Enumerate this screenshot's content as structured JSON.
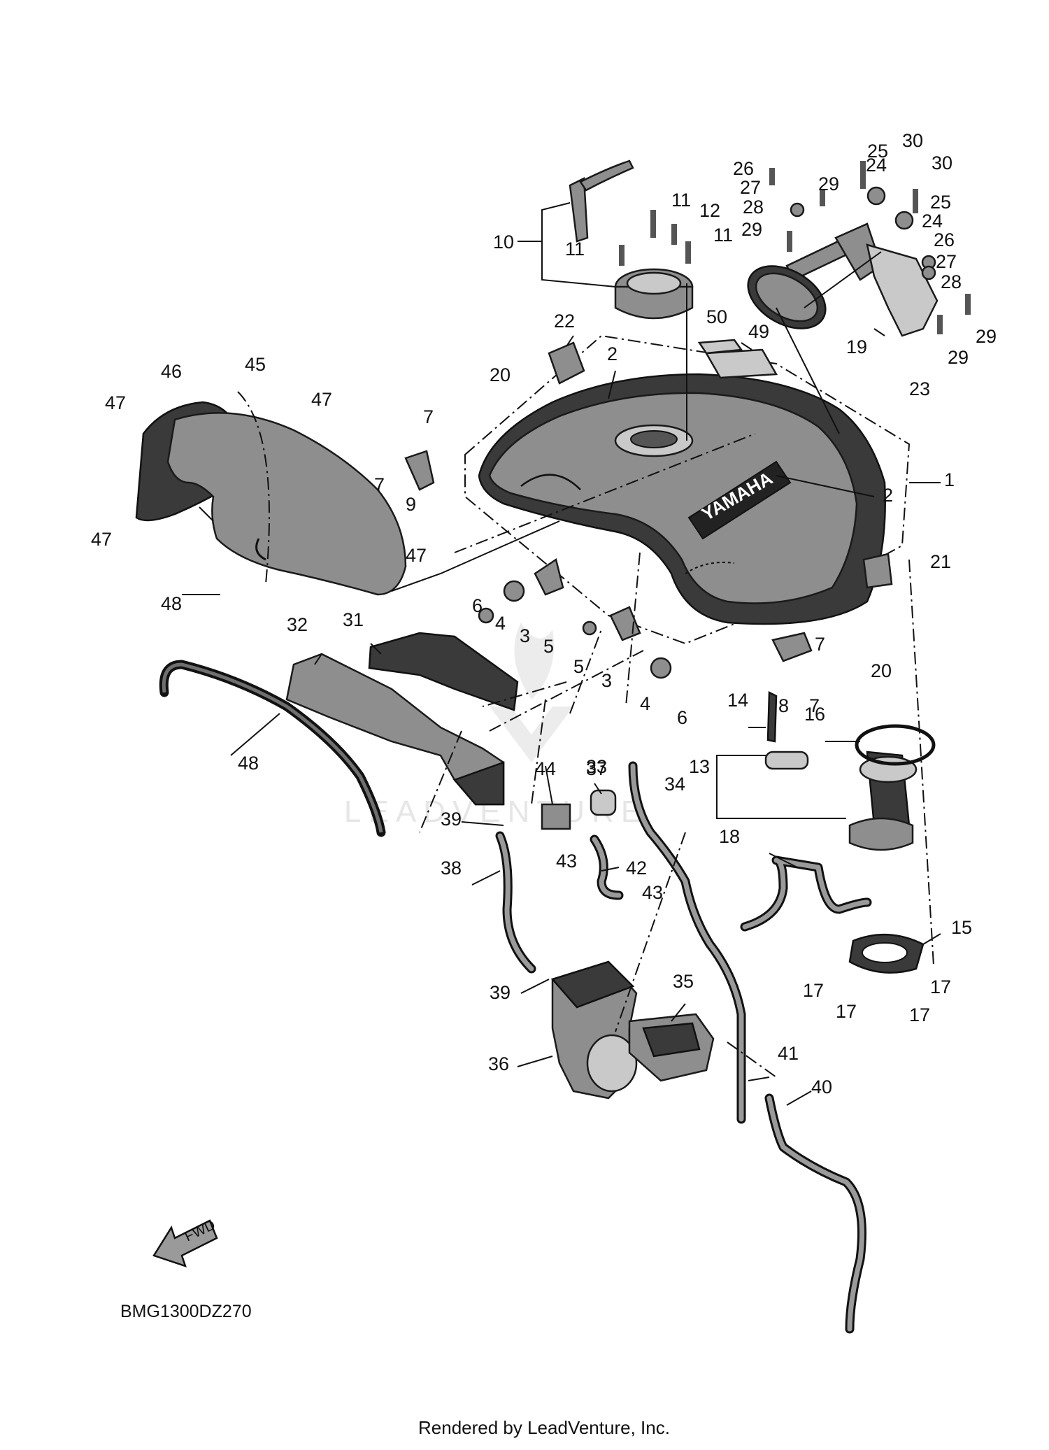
{
  "diagram": {
    "brand_text": "YAMAHA",
    "fwd_label": "FWD",
    "diagram_code": "BMG1300DZ270",
    "watermark": "LEADVENTURE",
    "footer": "Rendered by LeadVenture, Inc."
  },
  "callouts": [
    {
      "id": "c1",
      "label": "1"
    },
    {
      "id": "c2a",
      "label": "2"
    },
    {
      "id": "c2b",
      "label": "2"
    },
    {
      "id": "c3a",
      "label": "3"
    },
    {
      "id": "c3b",
      "label": "3"
    },
    {
      "id": "c4a",
      "label": "4"
    },
    {
      "id": "c4b",
      "label": "4"
    },
    {
      "id": "c5a",
      "label": "5"
    },
    {
      "id": "c5b",
      "label": "5"
    },
    {
      "id": "c6a",
      "label": "6"
    },
    {
      "id": "c6b",
      "label": "6"
    },
    {
      "id": "c7a",
      "label": "7"
    },
    {
      "id": "c7b",
      "label": "7"
    },
    {
      "id": "c7c",
      "label": "7"
    },
    {
      "id": "c7d",
      "label": "7"
    },
    {
      "id": "c8",
      "label": "8"
    },
    {
      "id": "c9",
      "label": "9"
    },
    {
      "id": "c10",
      "label": "10"
    },
    {
      "id": "c11a",
      "label": "11"
    },
    {
      "id": "c11b",
      "label": "11"
    },
    {
      "id": "c11c",
      "label": "11"
    },
    {
      "id": "c12",
      "label": "12"
    },
    {
      "id": "c13",
      "label": "13"
    },
    {
      "id": "c14",
      "label": "14"
    },
    {
      "id": "c15",
      "label": "15"
    },
    {
      "id": "c16",
      "label": "16"
    },
    {
      "id": "c17a",
      "label": "17"
    },
    {
      "id": "c17b",
      "label": "17"
    },
    {
      "id": "c17c",
      "label": "17"
    },
    {
      "id": "c17d",
      "label": "17"
    },
    {
      "id": "c18",
      "label": "18"
    },
    {
      "id": "c19",
      "label": "19"
    },
    {
      "id": "c20a",
      "label": "20"
    },
    {
      "id": "c20b",
      "label": "20"
    },
    {
      "id": "c21",
      "label": "21"
    },
    {
      "id": "c22",
      "label": "22"
    },
    {
      "id": "c23",
      "label": "23"
    },
    {
      "id": "c24a",
      "label": "24"
    },
    {
      "id": "c24b",
      "label": "24"
    },
    {
      "id": "c25a",
      "label": "25"
    },
    {
      "id": "c25b",
      "label": "25"
    },
    {
      "id": "c26a",
      "label": "26"
    },
    {
      "id": "c26b",
      "label": "26"
    },
    {
      "id": "c27a",
      "label": "27"
    },
    {
      "id": "c27b",
      "label": "27"
    },
    {
      "id": "c28a",
      "label": "28"
    },
    {
      "id": "c28b",
      "label": "28"
    },
    {
      "id": "c29a",
      "label": "29"
    },
    {
      "id": "c29b",
      "label": "29"
    },
    {
      "id": "c29c",
      "label": "29"
    },
    {
      "id": "c29d",
      "label": "29"
    },
    {
      "id": "c30a",
      "label": "30"
    },
    {
      "id": "c30b",
      "label": "30"
    },
    {
      "id": "c31",
      "label": "31"
    },
    {
      "id": "c32",
      "label": "32"
    },
    {
      "id": "c33",
      "label": "33"
    },
    {
      "id": "c34",
      "label": "34"
    },
    {
      "id": "c35",
      "label": "35"
    },
    {
      "id": "c36",
      "label": "36"
    },
    {
      "id": "c37",
      "label": "37"
    },
    {
      "id": "c38",
      "label": "38"
    },
    {
      "id": "c39a",
      "label": "39"
    },
    {
      "id": "c39b",
      "label": "39"
    },
    {
      "id": "c40",
      "label": "40"
    },
    {
      "id": "c41",
      "label": "41"
    },
    {
      "id": "c42",
      "label": "42"
    },
    {
      "id": "c43a",
      "label": "43"
    },
    {
      "id": "c43b",
      "label": "43"
    },
    {
      "id": "c44",
      "label": "44"
    },
    {
      "id": "c45",
      "label": "45"
    },
    {
      "id": "c46",
      "label": "46"
    },
    {
      "id": "c47a",
      "label": "47"
    },
    {
      "id": "c47b",
      "label": "47"
    },
    {
      "id": "c47c",
      "label": "47"
    },
    {
      "id": "c47d",
      "label": "47"
    },
    {
      "id": "c48a",
      "label": "48"
    },
    {
      "id": "c48b",
      "label": "48"
    },
    {
      "id": "c49",
      "label": "49"
    },
    {
      "id": "c50",
      "label": "50"
    }
  ]
}
